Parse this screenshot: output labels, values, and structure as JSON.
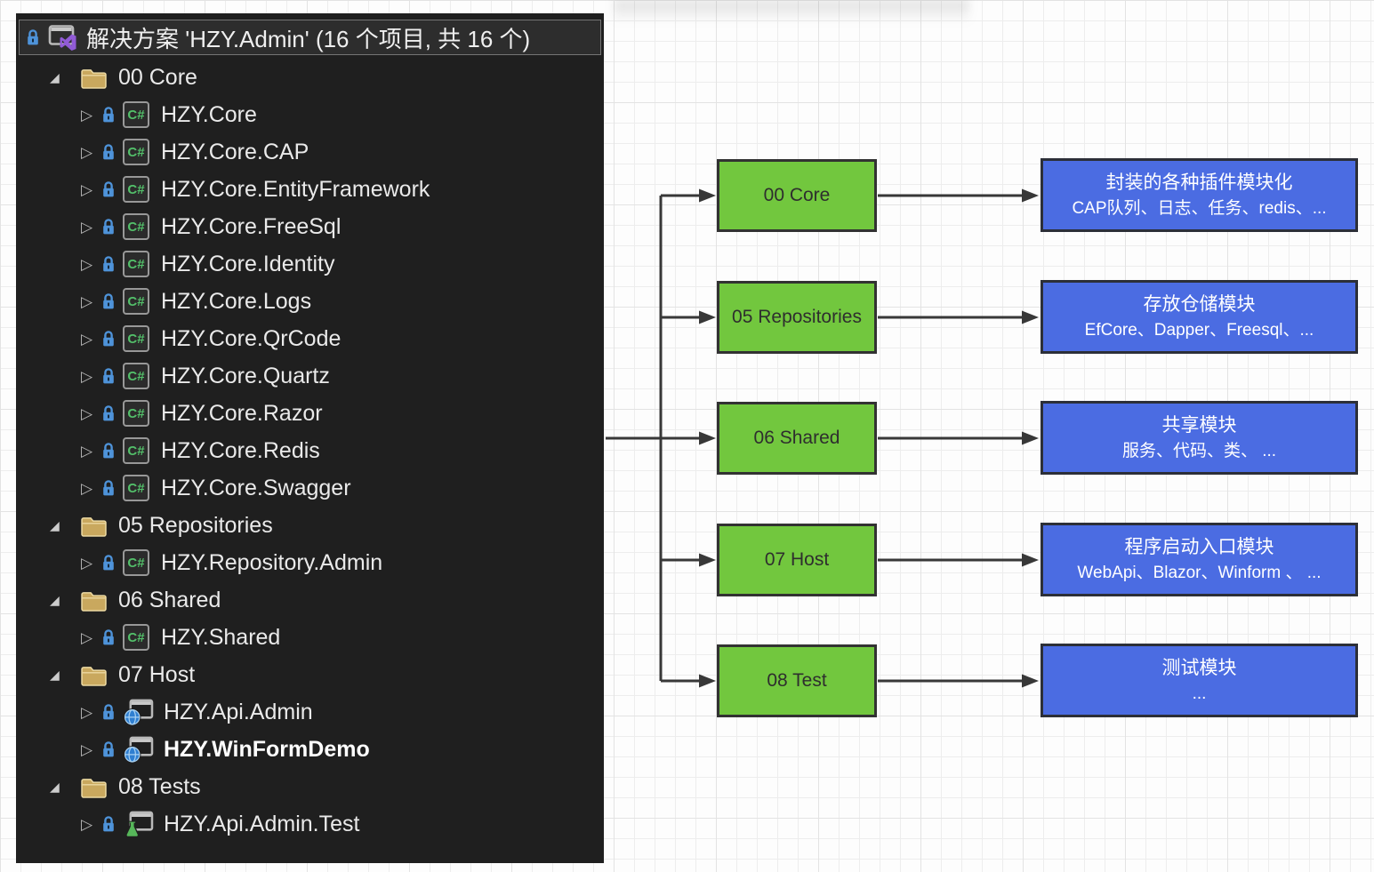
{
  "solution_explorer": {
    "title": "解决方案 'HZY.Admin' (16 个项目, 共 16 个)",
    "items": [
      {
        "type": "folder",
        "label": "00 Core"
      },
      {
        "type": "csproj",
        "label": "HZY.Core"
      },
      {
        "type": "csproj",
        "label": "HZY.Core.CAP"
      },
      {
        "type": "csproj",
        "label": "HZY.Core.EntityFramework"
      },
      {
        "type": "csproj",
        "label": "HZY.Core.FreeSql"
      },
      {
        "type": "csproj",
        "label": "HZY.Core.Identity"
      },
      {
        "type": "csproj",
        "label": "HZY.Core.Logs"
      },
      {
        "type": "csproj",
        "label": "HZY.Core.QrCode"
      },
      {
        "type": "csproj",
        "label": "HZY.Core.Quartz"
      },
      {
        "type": "csproj",
        "label": "HZY.Core.Razor"
      },
      {
        "type": "csproj",
        "label": "HZY.Core.Redis"
      },
      {
        "type": "csproj",
        "label": "HZY.Core.Swagger"
      },
      {
        "type": "folder",
        "label": "05 Repositories"
      },
      {
        "type": "csproj",
        "label": "HZY.Repository.Admin"
      },
      {
        "type": "folder",
        "label": "06 Shared"
      },
      {
        "type": "csproj",
        "label": "HZY.Shared"
      },
      {
        "type": "folder",
        "label": "07 Host"
      },
      {
        "type": "web",
        "label": "HZY.Api.Admin"
      },
      {
        "type": "web",
        "label": "HZY.WinFormDemo",
        "bold": true
      },
      {
        "type": "folder",
        "label": "08 Tests"
      },
      {
        "type": "test",
        "label": "HZY.Api.Admin.Test"
      }
    ]
  },
  "icons": {
    "expanded_glyph": "◢",
    "collapsed_glyph": "▷",
    "csharp_label": "C#"
  },
  "diagram": {
    "rows": [
      {
        "group": "00 Core",
        "desc": [
          "封装的各种插件模块化",
          "CAP队列、日志、任务、redis、..."
        ]
      },
      {
        "group": "05 Repositories",
        "desc": [
          "存放仓储模块",
          "EfCore、Dapper、Freesql、..."
        ]
      },
      {
        "group": "06 Shared",
        "desc": [
          "共享模块",
          "服务、代码、类、 ..."
        ]
      },
      {
        "group": "07 Host",
        "desc": [
          "程序启动入口模块",
          "WebApi、Blazor、Winform 、 ..."
        ]
      },
      {
        "group": "08 Test",
        "desc": [
          "测试模块",
          "..."
        ]
      }
    ]
  },
  "colors": {
    "panel_bg": "#1f1f1f",
    "group_box_fill": "#72c73e",
    "desc_box_fill": "#4b6ce2",
    "arrow_line": "#383838",
    "lock_blue": "#4e93d9",
    "csharp_green": "#53c06a",
    "folder_tan": "#c9a85e",
    "vs_purple": "#915bd6"
  }
}
